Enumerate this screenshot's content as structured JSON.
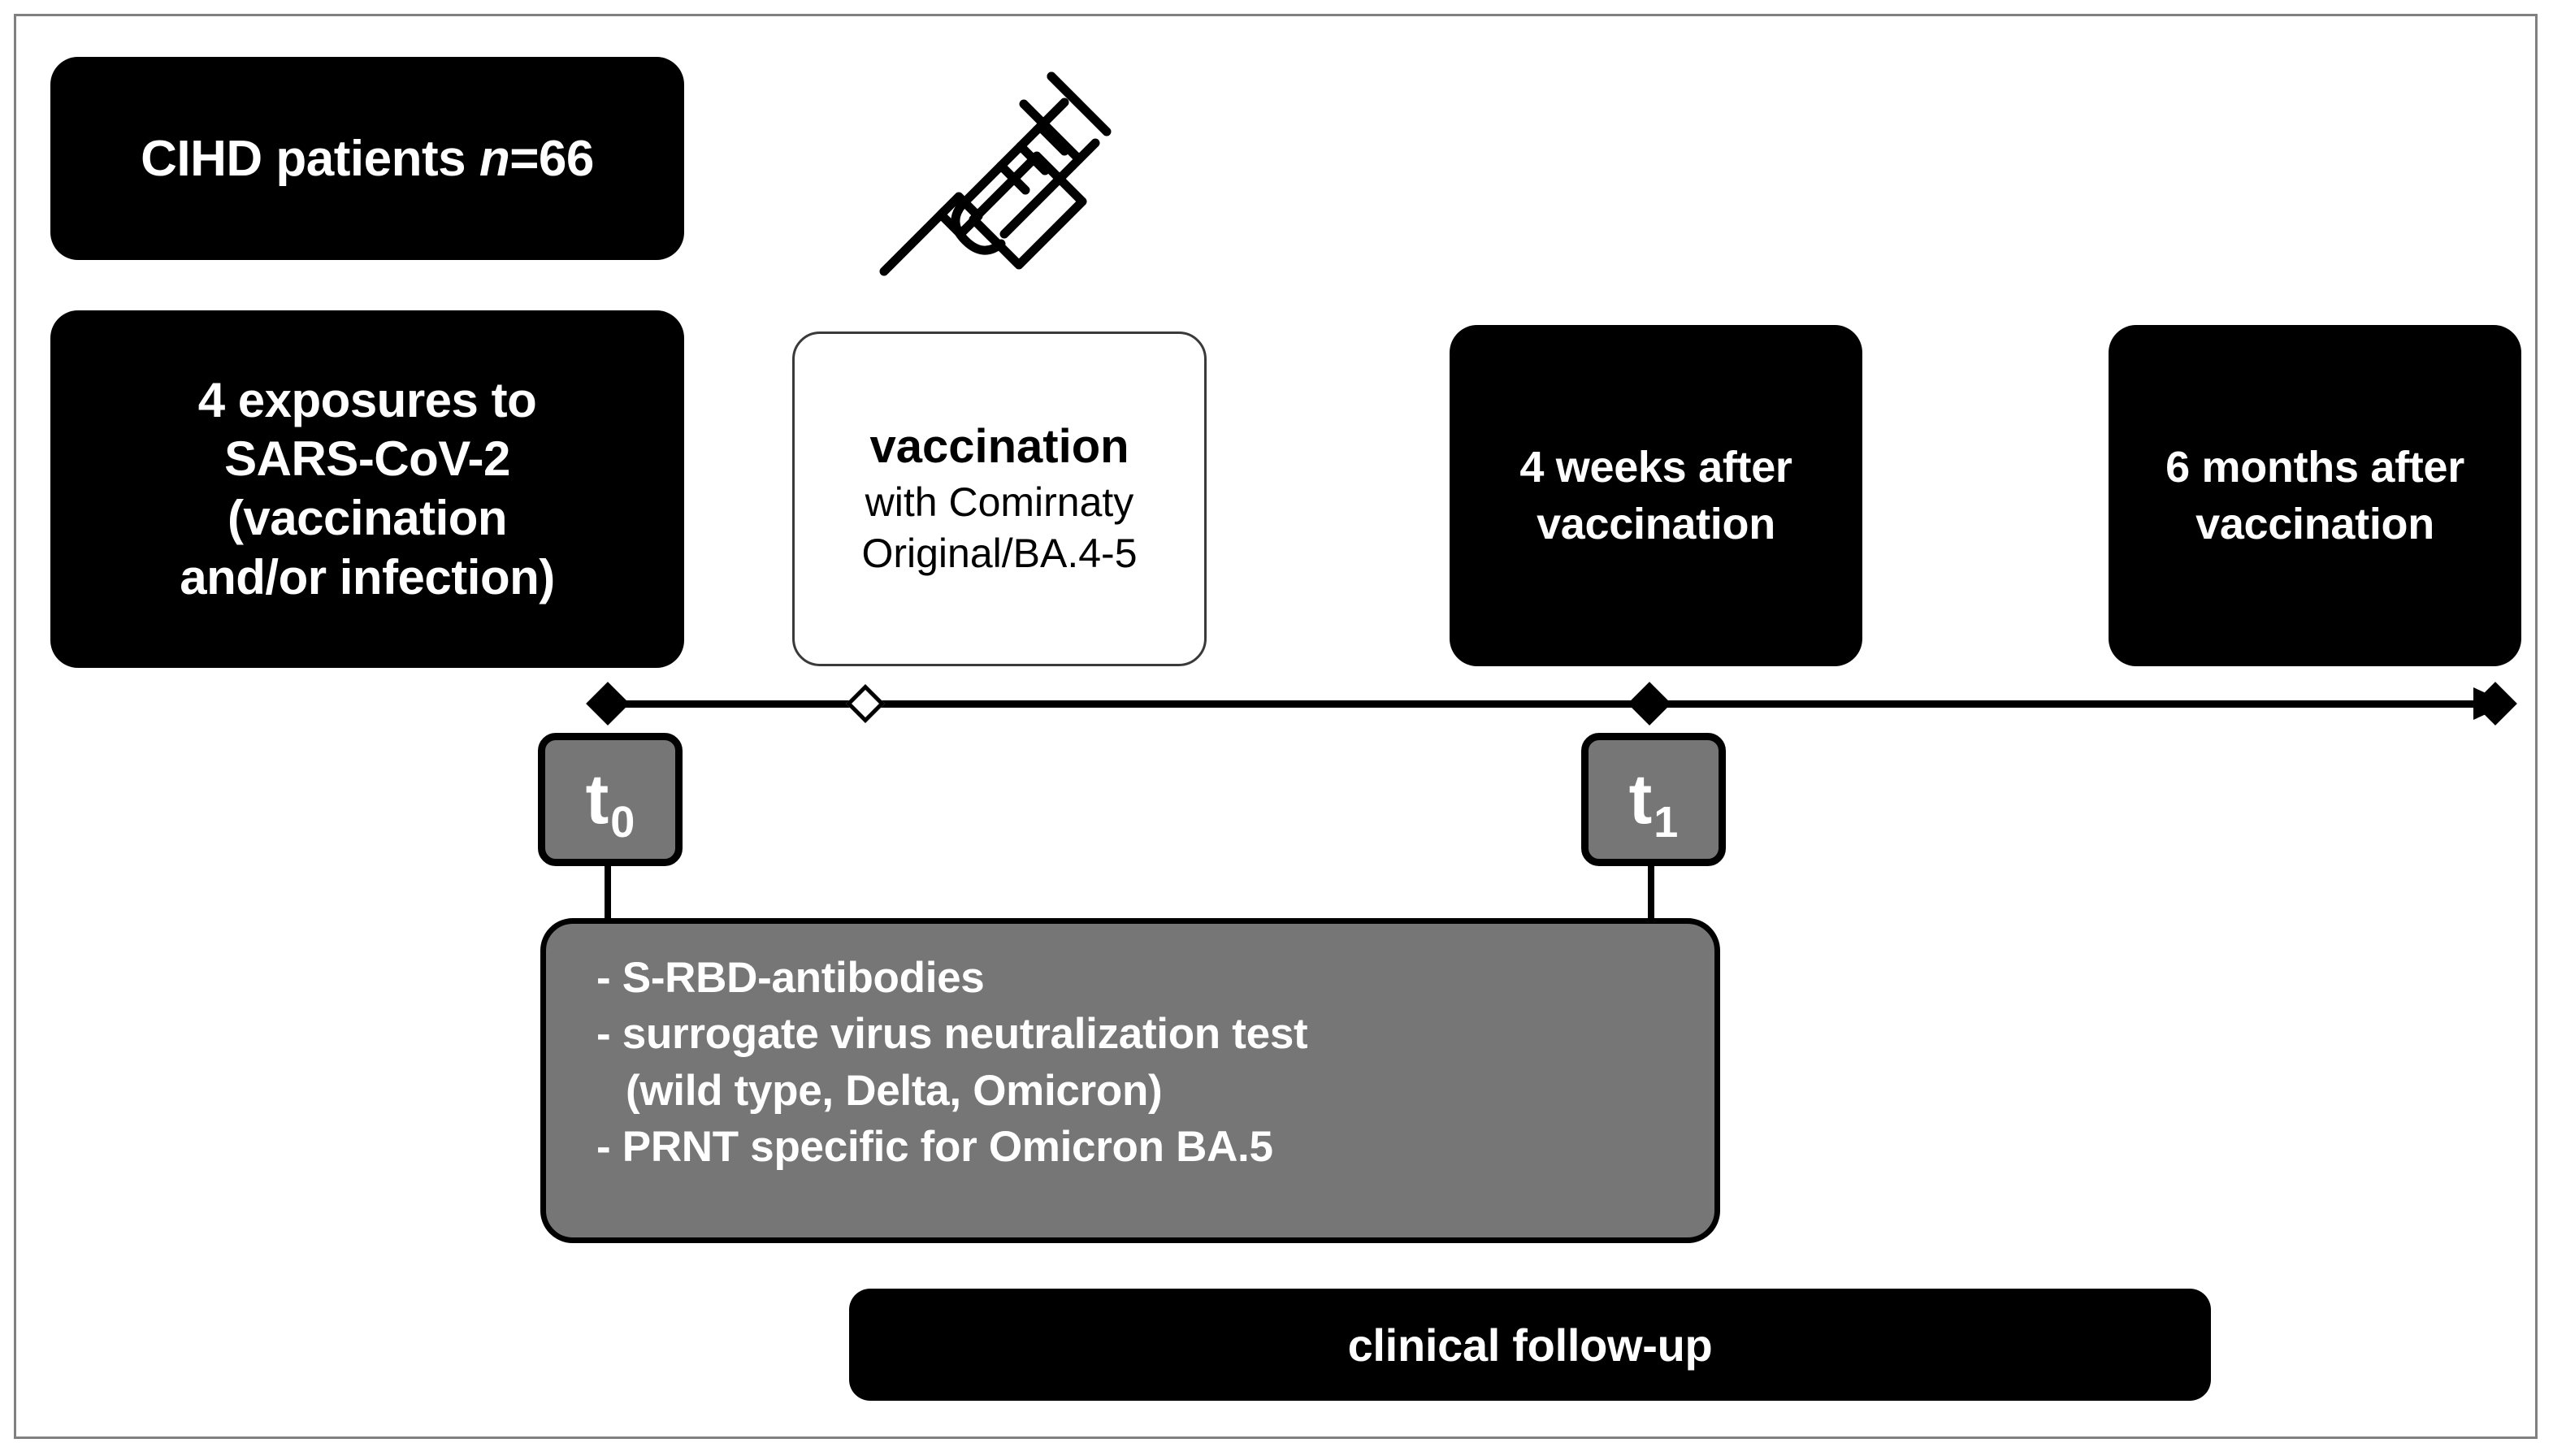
{
  "diagram": {
    "title": "CIHD vaccination study timeline",
    "colors": {
      "black": "#000000",
      "white": "#ffffff",
      "gray_fill": "#767676",
      "frame_border": "#808080"
    },
    "cohort_box": {
      "text_before": "CIHD patients ",
      "italic_symbol": "n",
      "text_after": "=66"
    },
    "exposures_box": {
      "lines": [
        "4 exposures to",
        "SARS-CoV-2",
        "(vaccination",
        "and/or infection)"
      ]
    },
    "vaccination_box": {
      "title": "vaccination",
      "subtitle_lines": [
        "with Comirnaty",
        "Original/BA.4-5"
      ],
      "icon": "syringe-icon"
    },
    "followup_boxes": [
      {
        "lines": [
          "4 weeks after",
          "vaccination"
        ]
      },
      {
        "lines": [
          "6 months after",
          "vaccination"
        ]
      }
    ],
    "timeline": {
      "markers": [
        {
          "name": "t0",
          "label": "t",
          "subscript": "0",
          "shape": "filled-diamond"
        },
        {
          "name": "vaccination",
          "label": "",
          "subscript": "",
          "shape": "hollow-diamond"
        },
        {
          "name": "t1",
          "label": "t",
          "subscript": "1",
          "shape": "filled-diamond"
        },
        {
          "name": "end",
          "label": "",
          "subscript": "",
          "shape": "filled-diamond"
        }
      ],
      "arrow_direction": "right"
    },
    "assay_box": {
      "lines": [
        "- S-RBD-antibodies",
        "- surrogate virus neutralization test",
        "(wild type, Delta, Omicron)",
        "- PRNT specific for Omicron BA.5"
      ]
    },
    "followup_bar": {
      "label": "clinical follow-up"
    }
  }
}
